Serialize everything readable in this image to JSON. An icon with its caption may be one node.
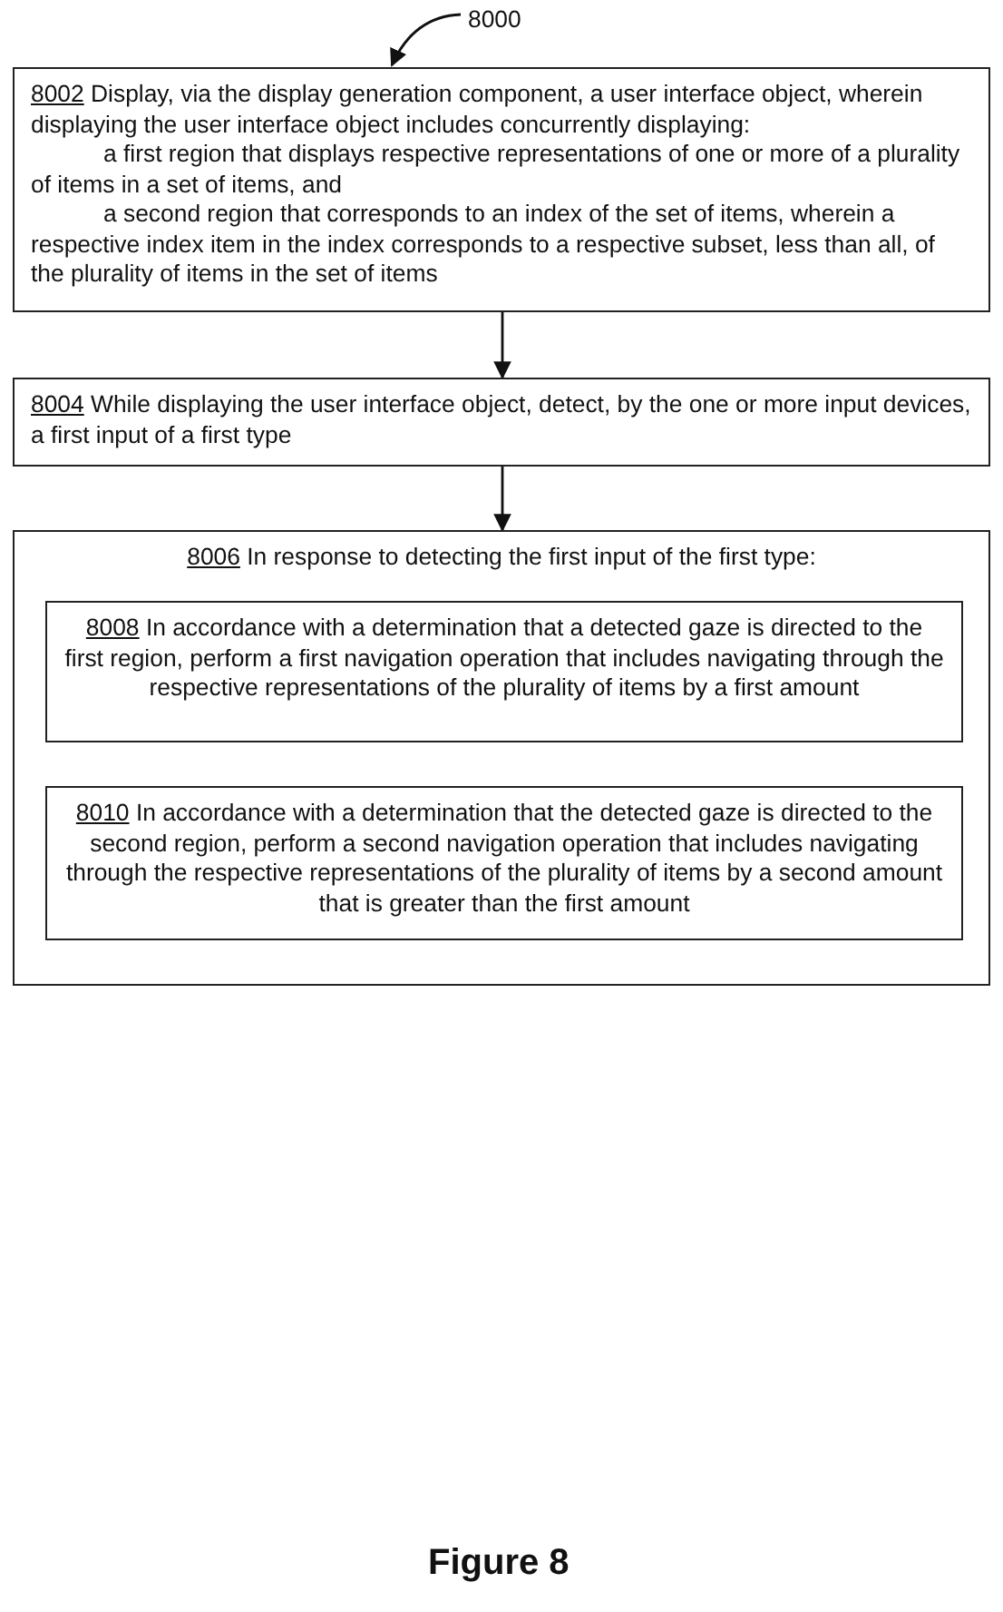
{
  "diagram": {
    "nodes": [
      {
        "text": [
          "8000"
        ]
      },
      {
        "text": [
          "8002",
          "Display, via the display generation component, a user interface object, wherein displaying the user interface object includes concurrently displaying:",
          "a first region that displays respective representations of one or more of a plurality of items in a set of items, and",
          "a second region that corresponds to an index of the set of items, wherein a respective index item in the index corresponds to a respective subset, less than all, of the plurality of items in the set of items"
        ]
      },
      {
        "text": [
          "8004",
          "While displaying the user interface object, detect, by the one or more input devices, a first input of a first type"
        ]
      },
      {
        "text": [
          "8006",
          "In response to detecting the first input of the first type:"
        ]
      },
      {
        "text": [
          "8008",
          "In accordance with a determination that a detected gaze is directed to the first region, perform a first navigation operation that includes navigating through the respective representations of the plurality of items by a first amount"
        ],
        "in": 3
      },
      {
        "text": [
          "8010",
          "In accordance with a determination that the detected gaze is directed to the second region, perform a second navigation operation that includes navigating through the respective representations of the plurality of items by a second amount that is greater than the first amount"
        ],
        "in": 3
      }
    ],
    "edges": [
      {
        "from": 0,
        "to": 1,
        "arrow": "to"
      },
      {
        "from": 1,
        "to": 2,
        "arrow": "to"
      },
      {
        "from": 2,
        "to": 3,
        "arrow": "to"
      }
    ],
    "labels": [
      "Figure 8"
    ]
  }
}
